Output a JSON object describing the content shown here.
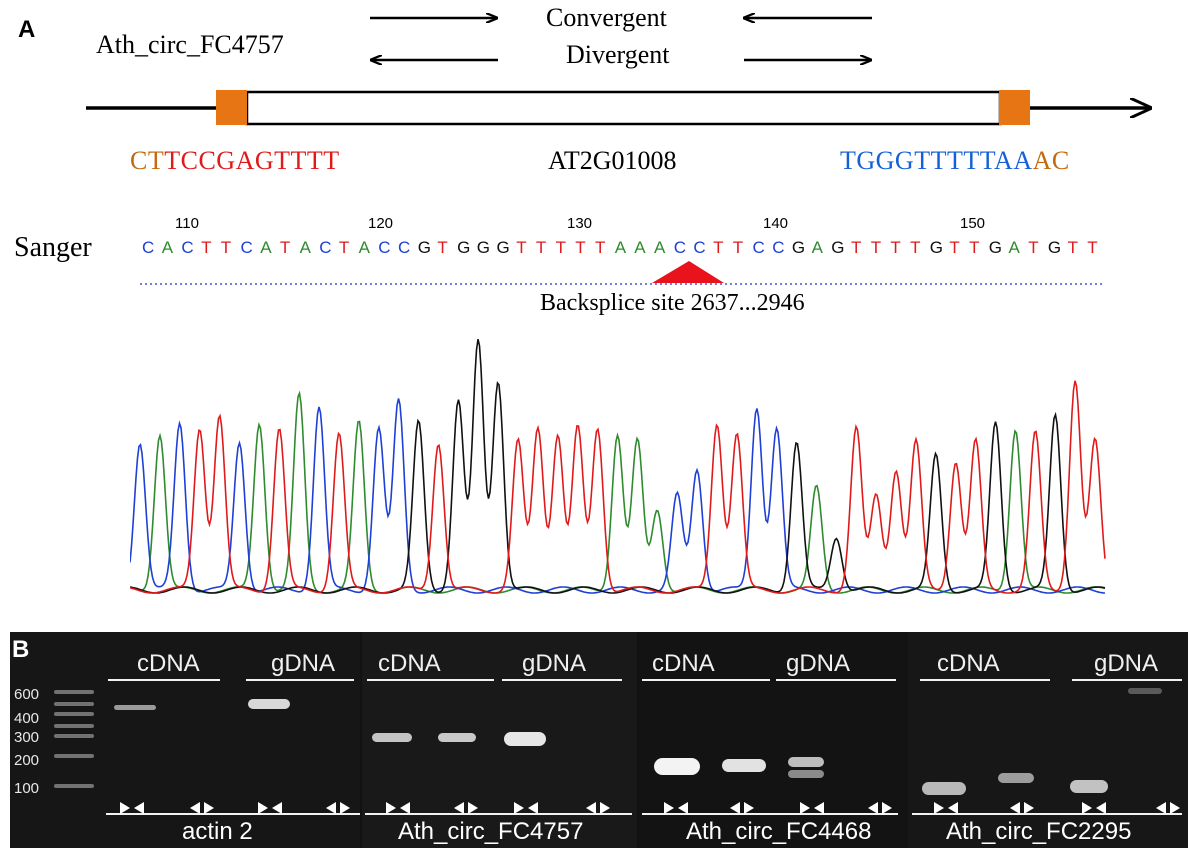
{
  "panel_a": {
    "label": "A",
    "circ_name": "Ath_circ_FC4757",
    "primer_convergent": "Convergent",
    "primer_divergent": "Divergent",
    "seq_left_brown": "CT",
    "seq_left_red": "TCCGAGTTTT",
    "gene_name": "AT2G01008",
    "seq_right_blue": "TGGGTTTTTAA",
    "seq_right_brown": "AC",
    "sanger_label": "Sanger",
    "positions": [
      "110",
      "120",
      "130",
      "140",
      "150"
    ],
    "basecalls": "CACTTCATACTACCGTGGGTTTTTAAACCTTCCGAGTTTTGTTGATGTT",
    "backsplice_label": "Backsplice site 2637...2946",
    "colors": {
      "A": "#2e8b2e",
      "C": "#1f3fd6",
      "G": "#111111",
      "T": "#e01a1a",
      "exon": "#e87514",
      "brown": "#c46a10",
      "blue": "#1560d8"
    }
  },
  "panel_b": {
    "label": "B",
    "ladder_labels": [
      "600",
      "400",
      "300",
      "200",
      "100"
    ],
    "gels": [
      {
        "name": "actin 2",
        "cdna": "cDNA",
        "gdna": "gDNA"
      },
      {
        "name": "Ath_circ_FC4757",
        "cdna": "cDNA",
        "gdna": "gDNA"
      },
      {
        "name": "Ath_circ_FC4468",
        "cdna": "cDNA",
        "gdna": "gDNA"
      },
      {
        "name": "Ath_circ_FC2295",
        "cdna": "cDNA",
        "gdna": "gDNA"
      }
    ]
  }
}
